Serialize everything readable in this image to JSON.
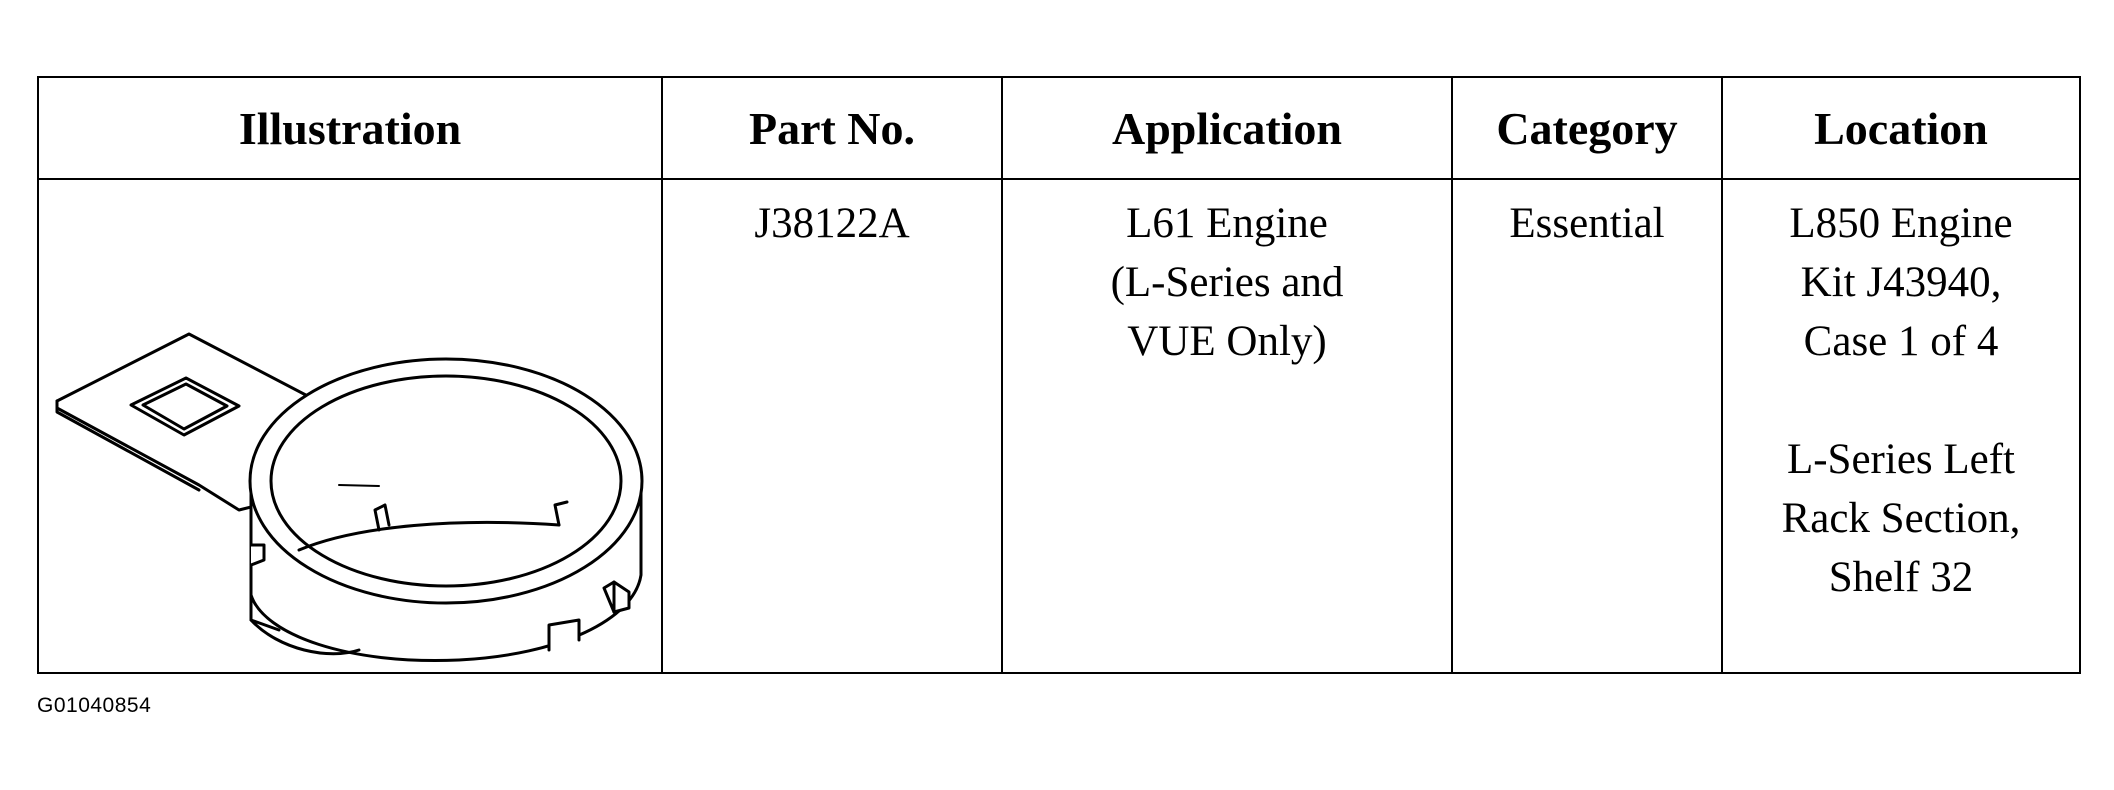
{
  "table": {
    "headers": {
      "illustration": "Illustration",
      "part_no": "Part No.",
      "application": "Application",
      "category": "Category",
      "location": "Location"
    },
    "row": {
      "illustration_icon": "locking-ring-tool-icon",
      "part_no": "J38122A",
      "application": [
        "L61 Engine",
        "(L-Series and",
        "VUE Only)"
      ],
      "category": "Essential",
      "location_block_1": [
        "L850 Engine",
        "Kit J43940,",
        "Case 1 of 4"
      ],
      "location_block_2": [
        "L-Series Left",
        "Rack Section,",
        "Shelf 32"
      ]
    }
  },
  "figure_id": "G01040854"
}
